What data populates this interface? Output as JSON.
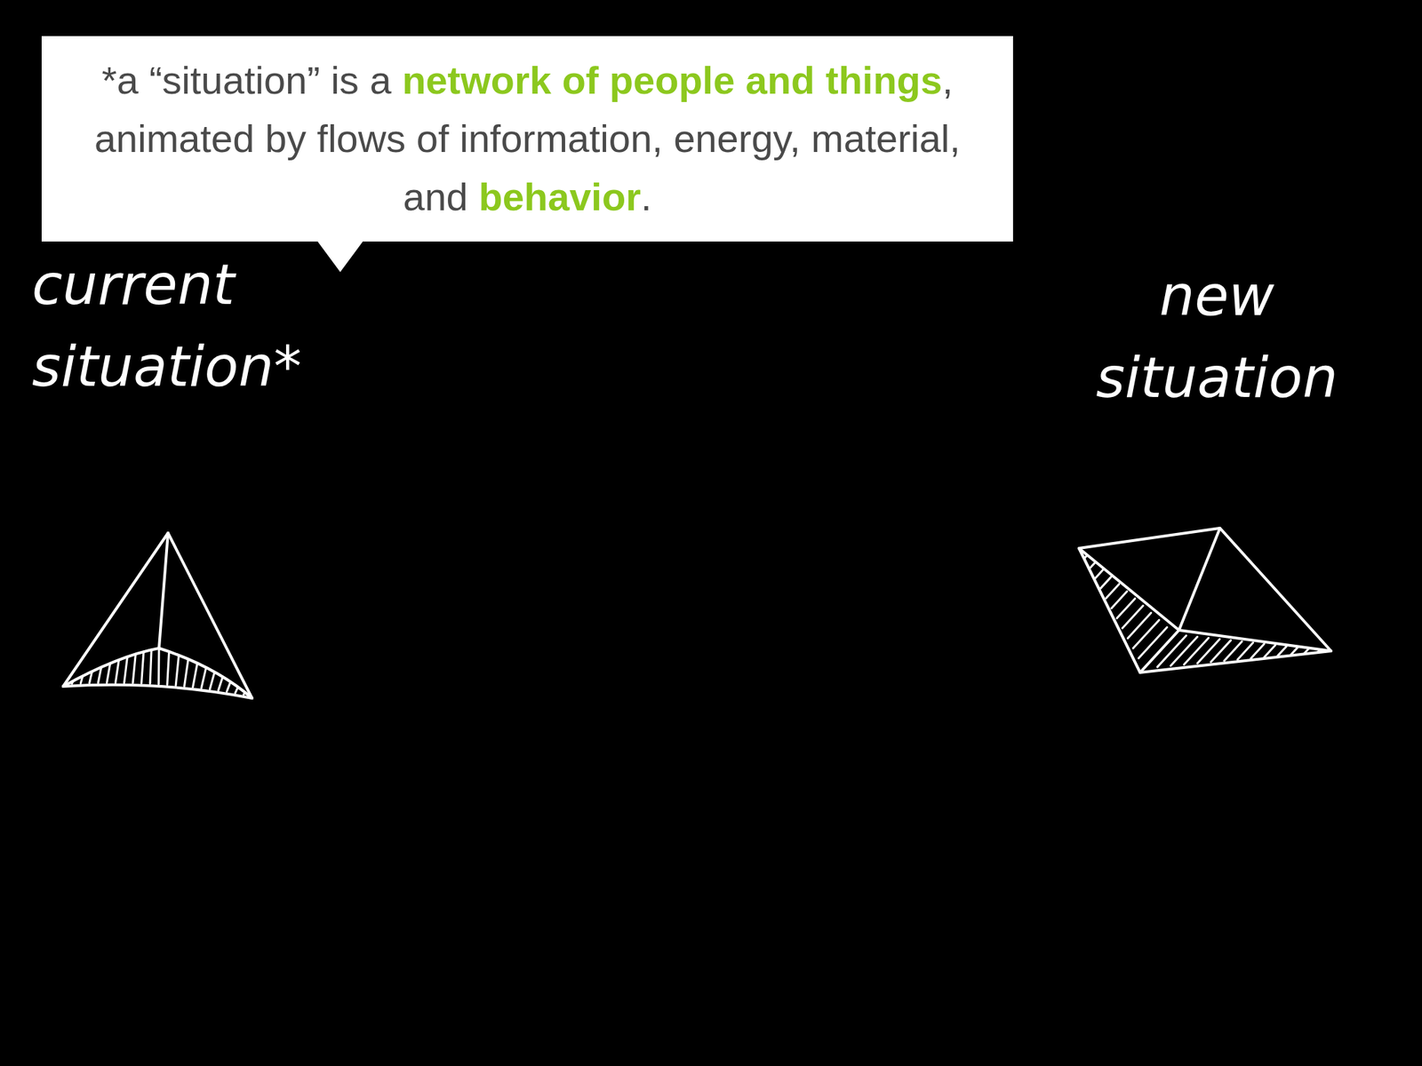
{
  "diagram": {
    "nodes": [
      {
        "text": [
          "*a “situation” is a network of people and things, animated by flows of information, energy, material, and behavior."
        ]
      }
    ],
    "labels": [
      "current situation*",
      "new situation"
    ]
  }
}
